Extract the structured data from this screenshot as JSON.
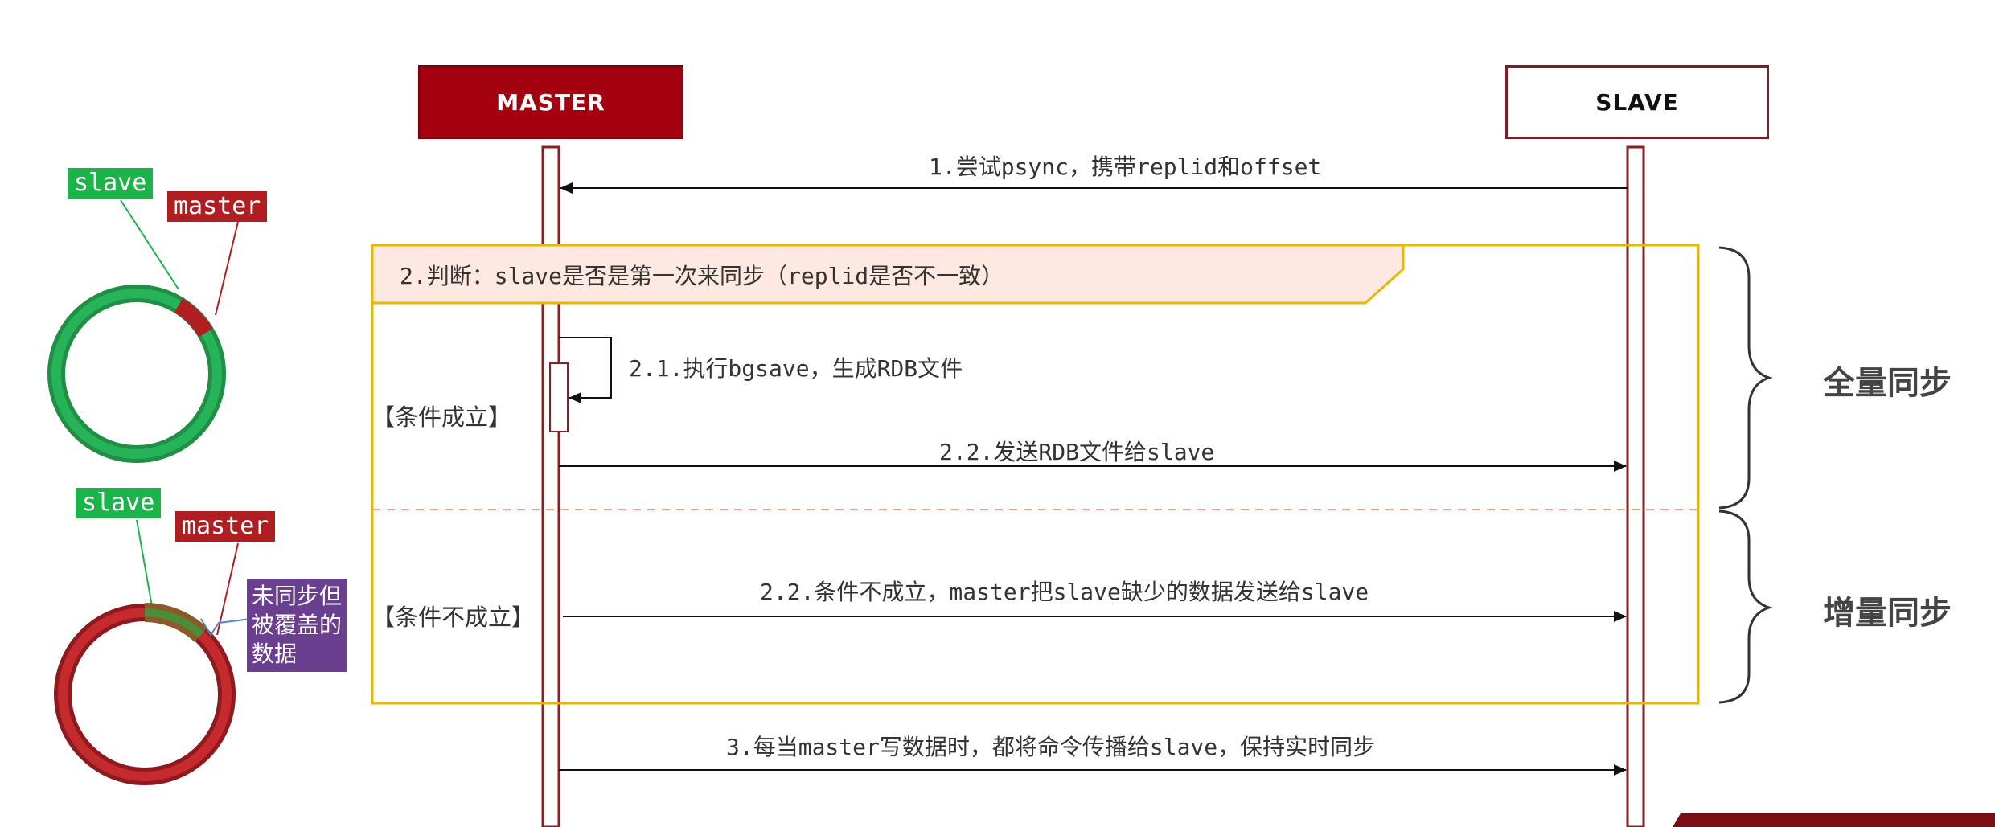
{
  "ring_labels": {
    "slave_top": "slave",
    "master_top": "master",
    "slave_bottom": "slave",
    "master_bottom": "master"
  },
  "tooltip": {
    "text_lines": [
      "未同步但",
      "被覆盖的",
      "数据"
    ]
  },
  "actors": {
    "master": "MASTER",
    "slave": "SLAVE"
  },
  "messages": {
    "m1": "1.尝试psync，携带replid和offset",
    "m2": "2.判断：slave是否是第一次来同步（replid是否不一致）",
    "m21": "2.1.执行bgsave，生成RDB文件",
    "m22": "2.2.发送RDB文件给slave",
    "m22b": "2.2.条件不成立，master把slave缺少的数据发送给slave",
    "m3": "3.每当master写数据时，都将命令传播给slave，保持实时同步"
  },
  "conditions": {
    "true_label": "【条件成立】",
    "false_label": "【条件不成立】"
  },
  "sync_types": {
    "full": "全量同步",
    "incremental": "增量同步"
  },
  "colors": {
    "master_fill": "#a30010",
    "green": "#1bb34a",
    "red": "#b01e22",
    "frame_yellow": "#e6b800",
    "note_fill": "#fde9e1",
    "tooltip_purple": "#6a3f8f"
  }
}
